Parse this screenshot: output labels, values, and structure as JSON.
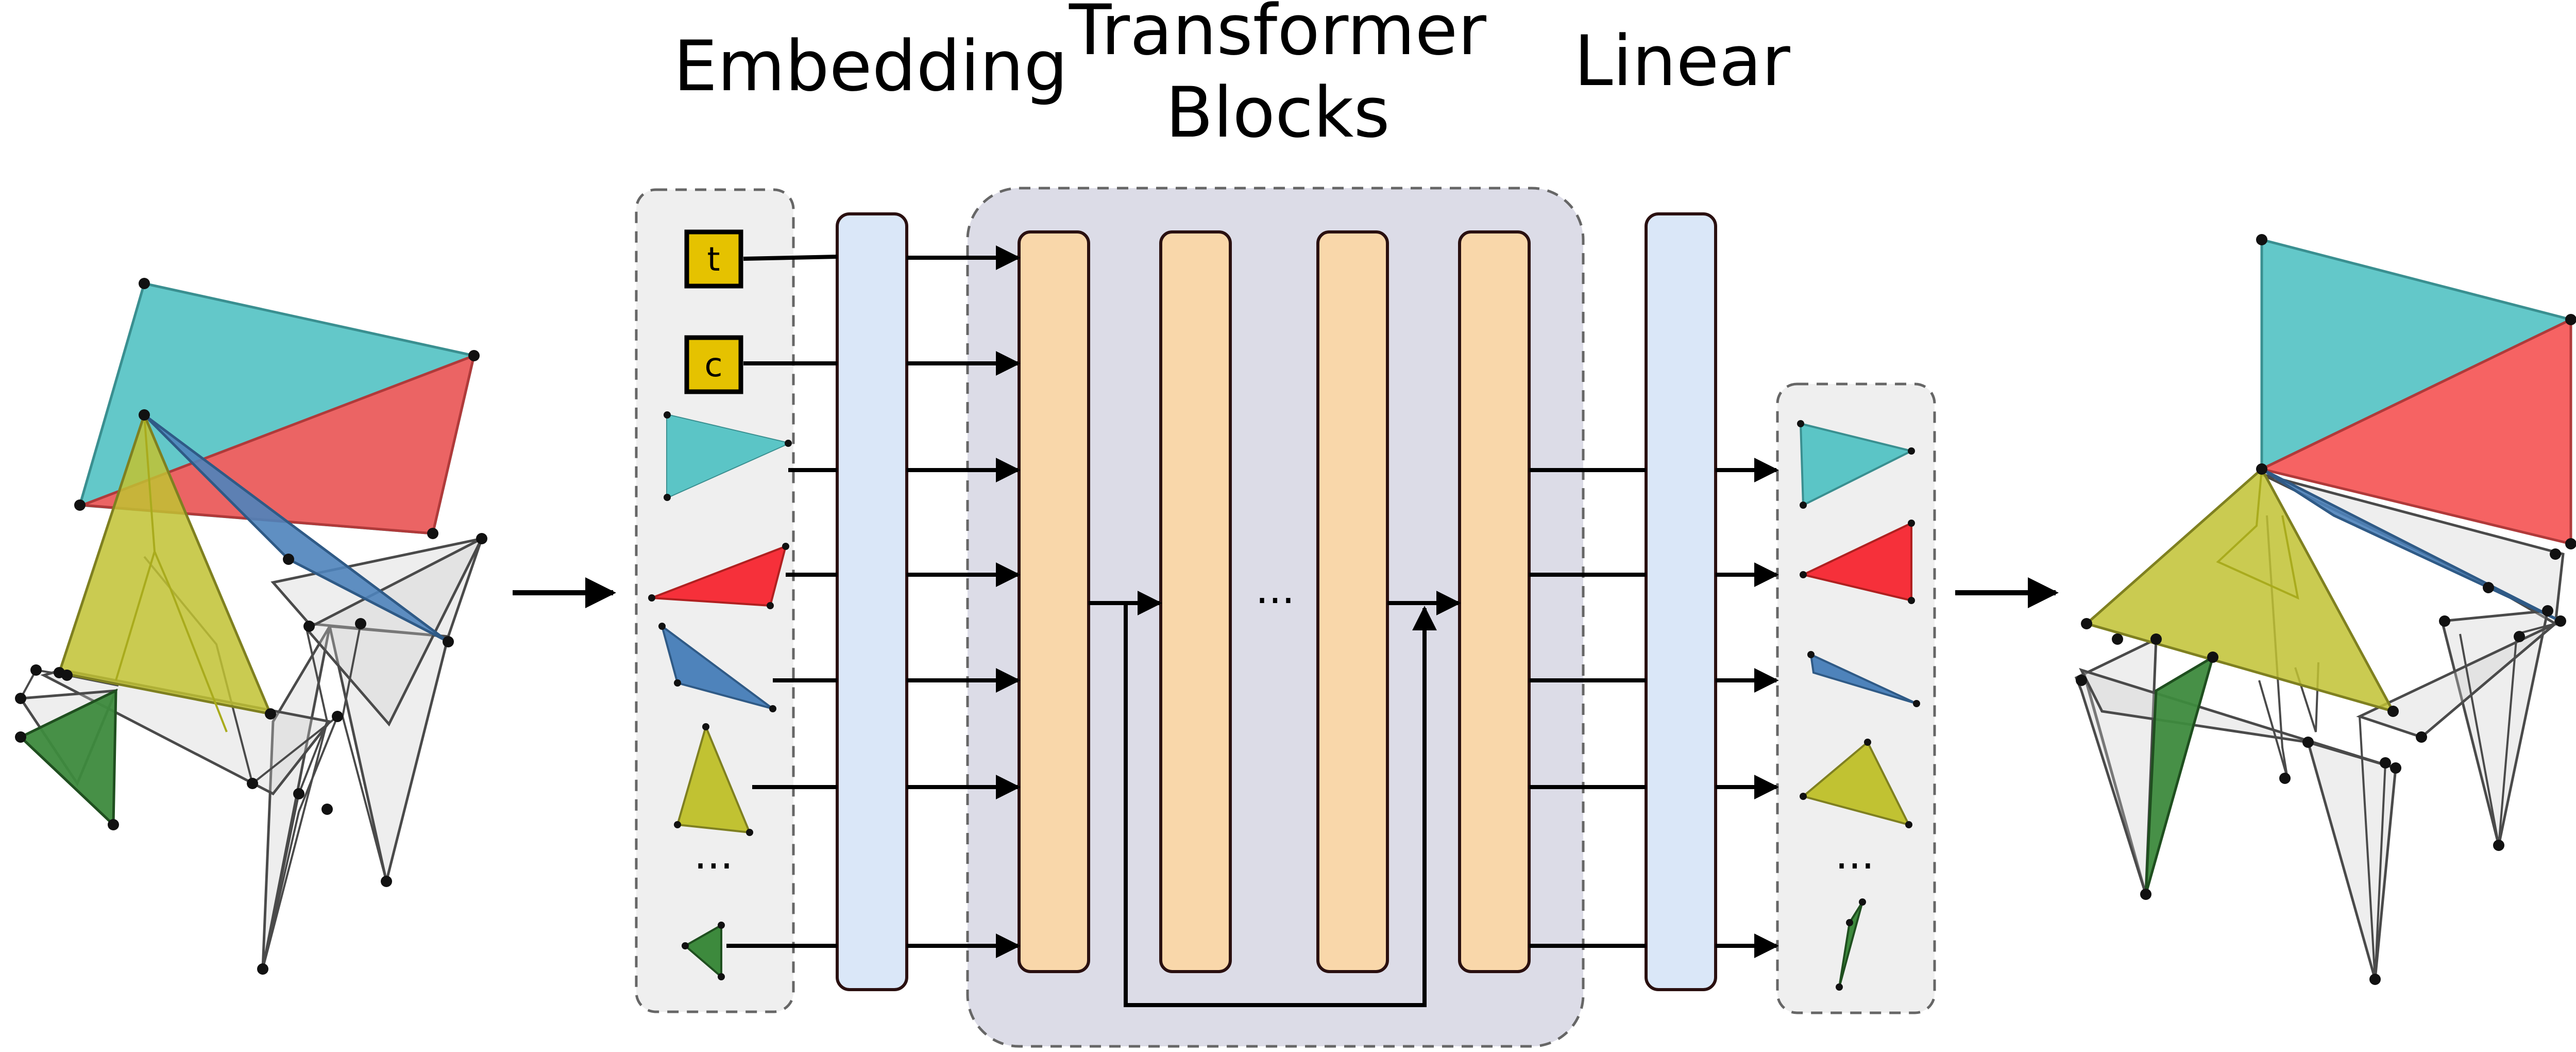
{
  "titles": {
    "embedding": "Embedding",
    "transformer_line1": "Transformer",
    "transformer_line2": "Blocks",
    "linear": "Linear"
  },
  "input_tokens": {
    "time_token": "t",
    "condition_token": "c",
    "ellipsis": "..."
  },
  "transformer": {
    "ellipsis": "..."
  },
  "output_tokens": {
    "ellipsis": "..."
  },
  "colors": {
    "teal": "#5bc5c6",
    "red": "#f65b5b",
    "blue": "#4e83bb",
    "olive": "#c1c232",
    "green": "#3d8a3d",
    "token_yellow": "#e5c200",
    "linear_fill": "#dae7f8",
    "block_fill": "#f9d7aa",
    "transformer_bg": "#dcdce7",
    "token_panel_bg": "#efefef"
  }
}
